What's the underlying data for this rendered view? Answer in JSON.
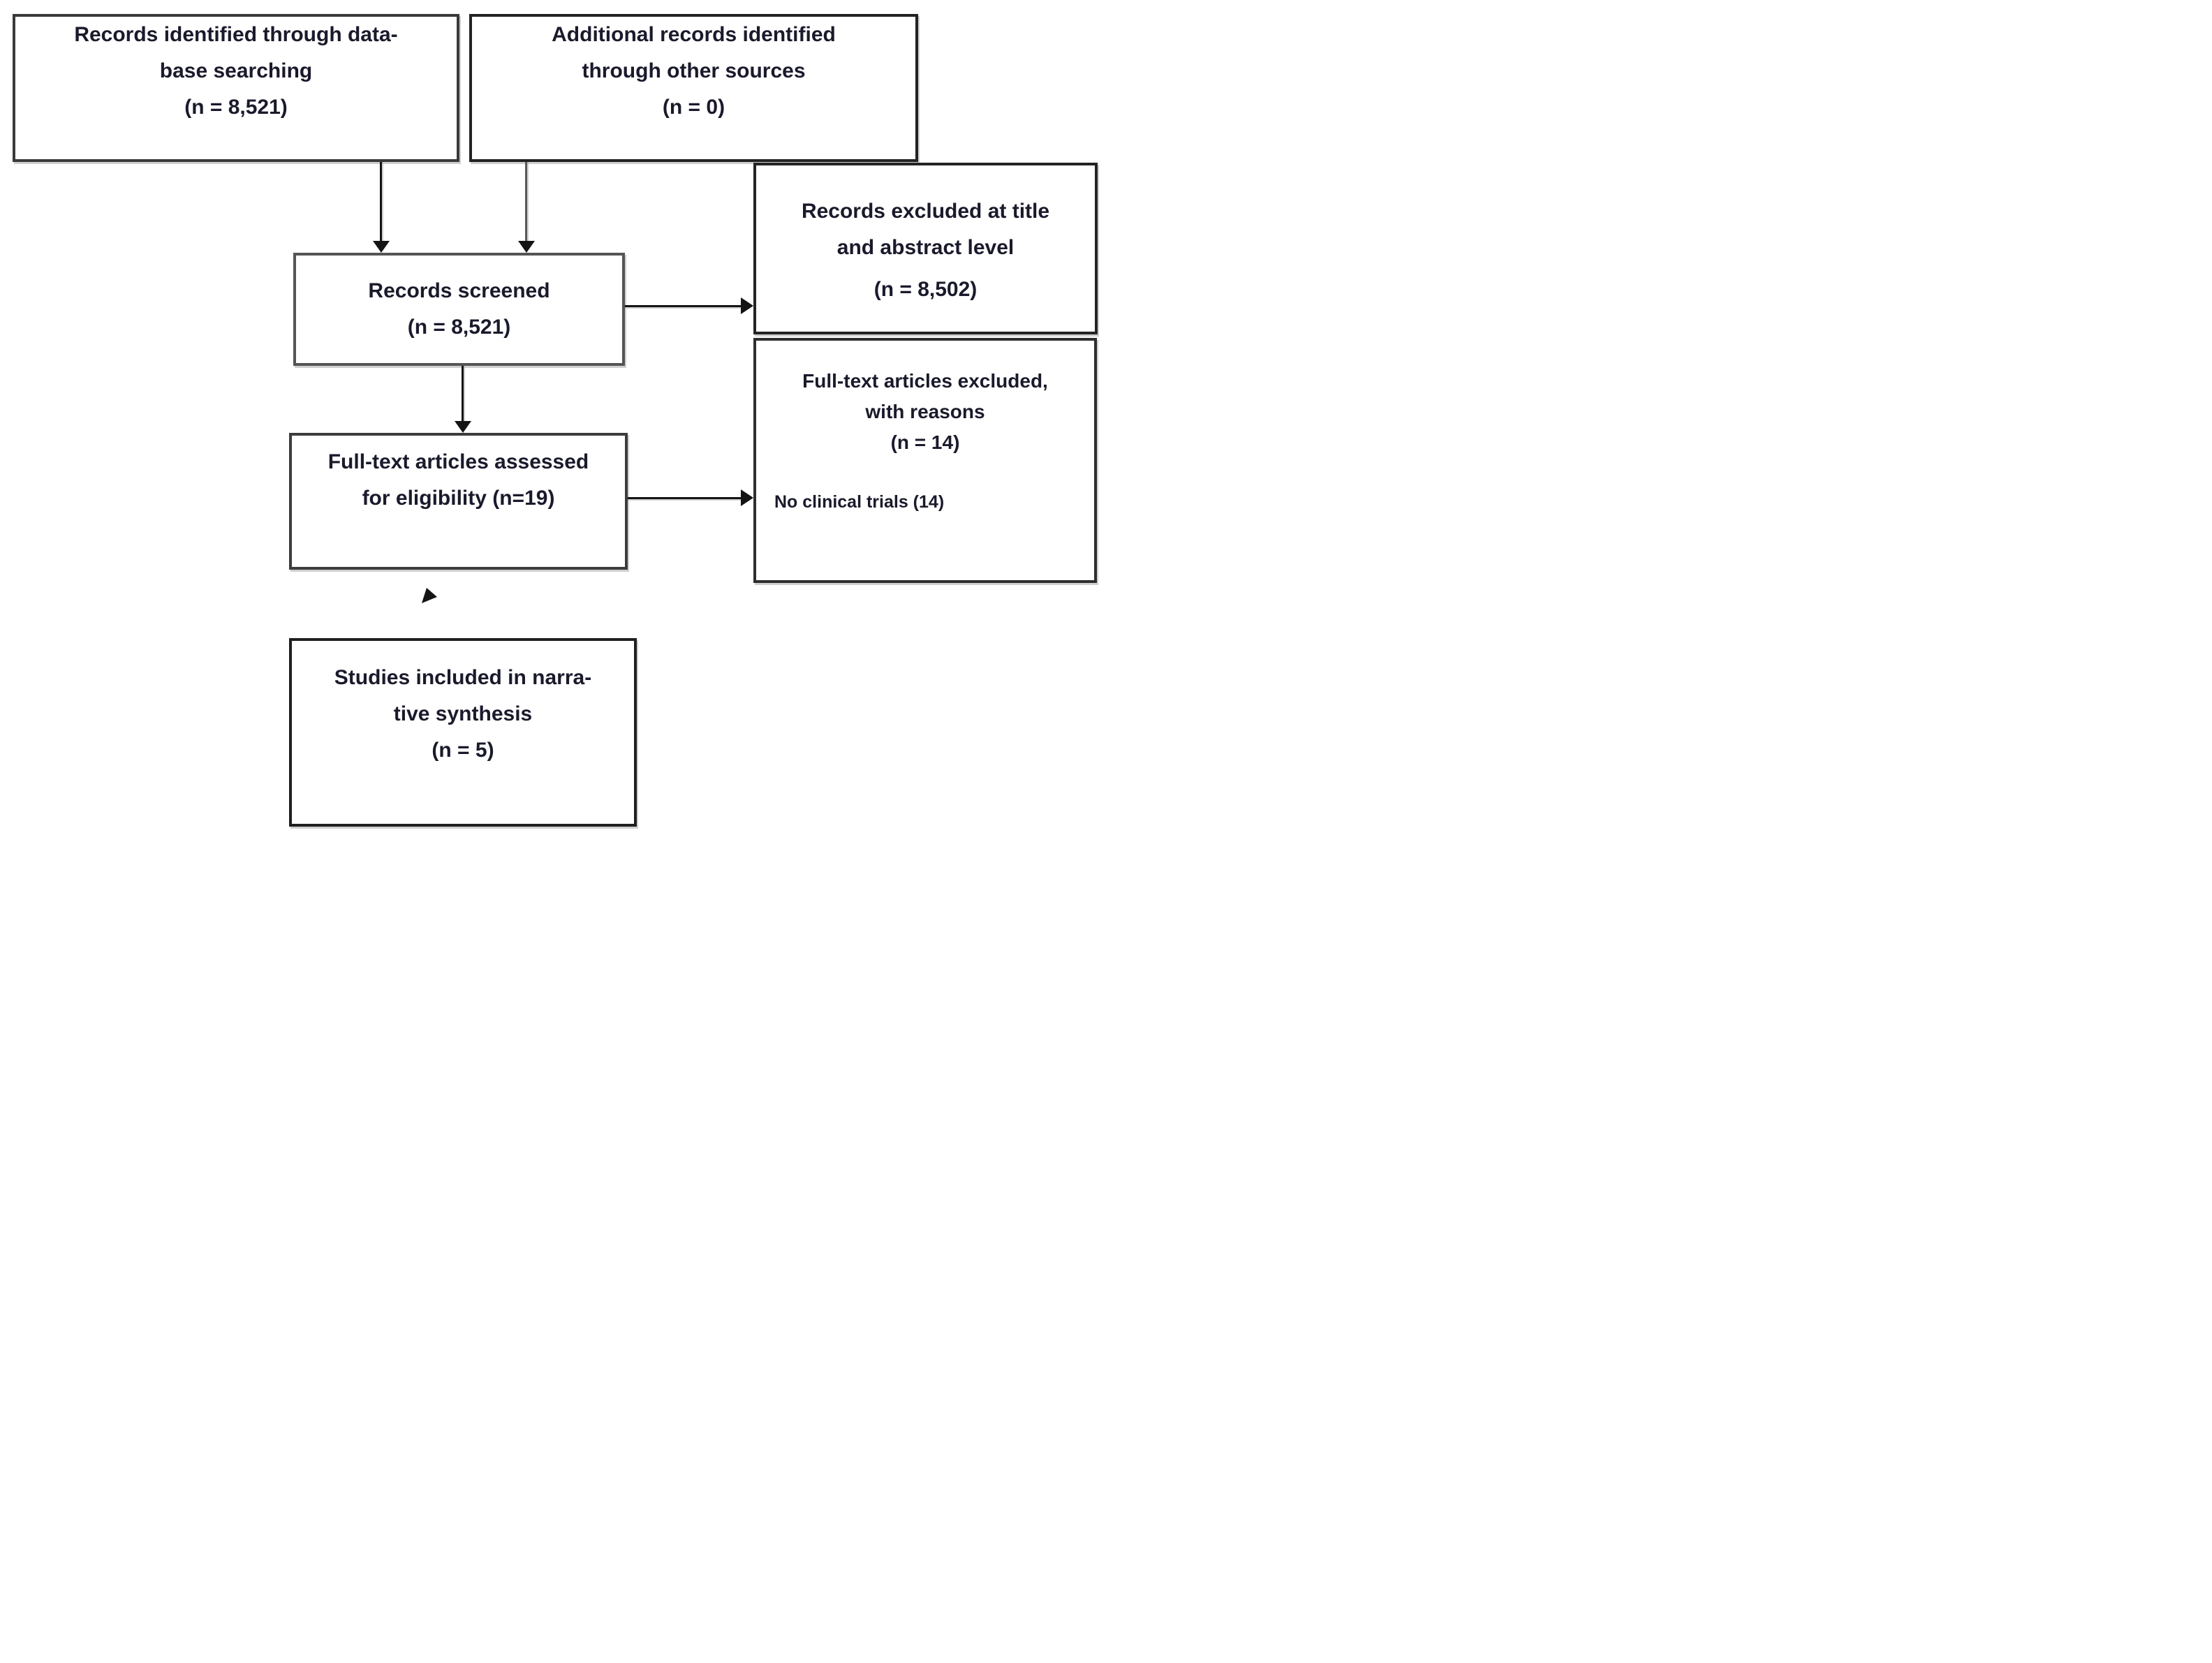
{
  "diagram": {
    "type": "flowchart",
    "boxes": [
      {
        "id": "records-identified",
        "lines": [
          "Records identified through data-",
          "base searching",
          "(n = 8,521)"
        ]
      },
      {
        "id": "additional-records",
        "lines": [
          "Additional records identified",
          "through other sources",
          "(n = 0)"
        ]
      },
      {
        "id": "records-screened",
        "lines": [
          "Records screened",
          "(n = 8,521)"
        ]
      },
      {
        "id": "records-excluded",
        "lines": [
          "Records excluded at title",
          "and abstract level",
          "(n = 8,502)"
        ]
      },
      {
        "id": "fulltext-assessed",
        "lines": [
          "Full-text articles assessed",
          "for eligibility (n=19)"
        ]
      },
      {
        "id": "fulltext-excluded",
        "lines": [
          "Full-text articles excluded,",
          "with reasons",
          "(n = 14)"
        ],
        "reason": "No clinical trials (14)"
      },
      {
        "id": "studies-included",
        "lines": [
          "Studies included in narra-",
          "tive synthesis",
          "(n = 5)"
        ]
      }
    ],
    "connectors": [
      {
        "from": "records-identified",
        "to": "records-screened",
        "direction": "down"
      },
      {
        "from": "additional-records",
        "to": "records-screened",
        "direction": "down"
      },
      {
        "from": "records-screened",
        "to": "records-excluded",
        "direction": "right"
      },
      {
        "from": "records-screened",
        "to": "fulltext-assessed",
        "direction": "down"
      },
      {
        "from": "fulltext-assessed",
        "to": "fulltext-excluded",
        "direction": "right"
      },
      {
        "from": "fulltext-assessed",
        "to": "studies-included",
        "direction": "down-arrowhead-only"
      }
    ],
    "colors": {
      "background": "#ffffff",
      "box_border": "#2b2b2b",
      "text": "#1a1a2c",
      "connector": "#141414",
      "connector_secondary": "#5a5a5a",
      "shadow": "#bdbdbd"
    }
  }
}
